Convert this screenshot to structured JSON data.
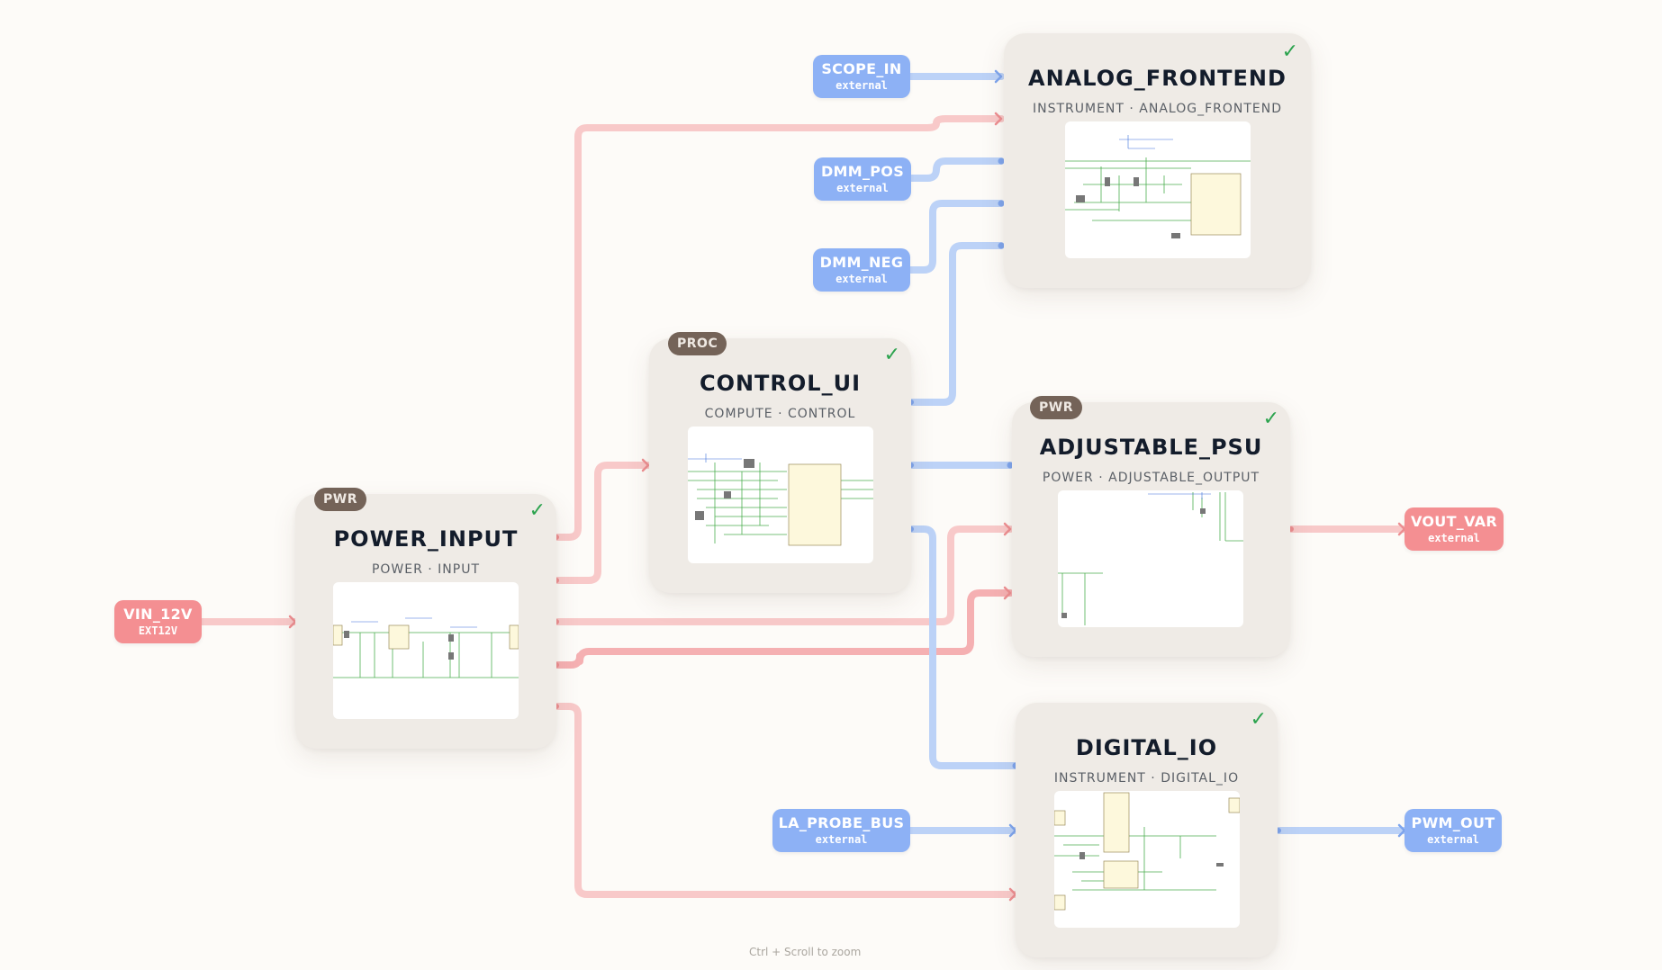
{
  "blocks": {
    "analog": {
      "title": "ANALOG_FRONTEND",
      "subtitle": "INSTRUMENT · ANALOG_FRONTEND",
      "check": "✓"
    },
    "control": {
      "title": "CONTROL_UI",
      "subtitle": "COMPUTE · CONTROL",
      "badge": "PROC",
      "check": "✓"
    },
    "psu": {
      "title": "ADJUSTABLE_PSU",
      "subtitle": "POWER · ADJUSTABLE_OUTPUT",
      "badge": "PWR",
      "check": "✓"
    },
    "power": {
      "title": "POWER_INPUT",
      "subtitle": "POWER · INPUT",
      "badge": "PWR",
      "check": "✓"
    },
    "digital": {
      "title": "DIGITAL_IO",
      "subtitle": "INSTRUMENT · DIGITAL_IO",
      "check": "✓"
    }
  },
  "ports": {
    "scope_in": {
      "name": "SCOPE_IN",
      "kind": "external"
    },
    "dmm_pos": {
      "name": "DMM_POS",
      "kind": "external"
    },
    "dmm_neg": {
      "name": "DMM_NEG",
      "kind": "external"
    },
    "vin_12v": {
      "name": "VIN_12V",
      "kind": "EXT12V"
    },
    "vout_var": {
      "name": "VOUT_VAR",
      "kind": "external"
    },
    "la_probe_bus": {
      "name": "LA_PROBE_BUS",
      "kind": "external"
    },
    "pwm_out": {
      "name": "PWM_OUT",
      "kind": "external"
    }
  },
  "colors": {
    "power_wire": "#f8c9c9",
    "signal_wire": "#bcd2f7",
    "power_arrow": "#ee8f92",
    "signal_arrow": "#7ea5ee"
  },
  "footer": {
    "hint": "Ctrl + Scroll to zoom"
  }
}
